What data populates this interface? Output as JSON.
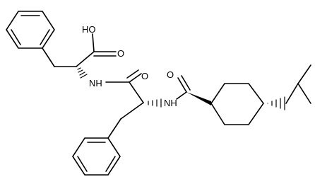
{
  "diagram": {
    "type": "skeletal-structure",
    "labels": {
      "oh": "HO",
      "acid_o": "O",
      "amide_nh": "NH",
      "amide_o": "O",
      "amide2_o": "O",
      "amide2_nh": "NH"
    },
    "colors": {
      "line": "#000000",
      "background": "#ffffff"
    }
  }
}
